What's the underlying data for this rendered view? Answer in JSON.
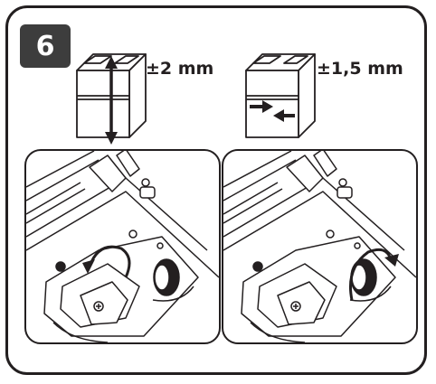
{
  "step": {
    "number": "6"
  },
  "adjustments": {
    "vertical_tolerance": "±2 mm",
    "horizontal_tolerance": "±1,5 mm"
  },
  "colors": {
    "outline": "#231f20",
    "badge": "#3d3d3d",
    "badge_text": "#ffffff"
  },
  "icons": {
    "vertical": "up-down-arrow-icon",
    "horizontal": "inward-arrows-icon",
    "rotate_left": "rotate-left-arrow-icon",
    "rotate_right": "rotate-right-arrow-icon"
  }
}
